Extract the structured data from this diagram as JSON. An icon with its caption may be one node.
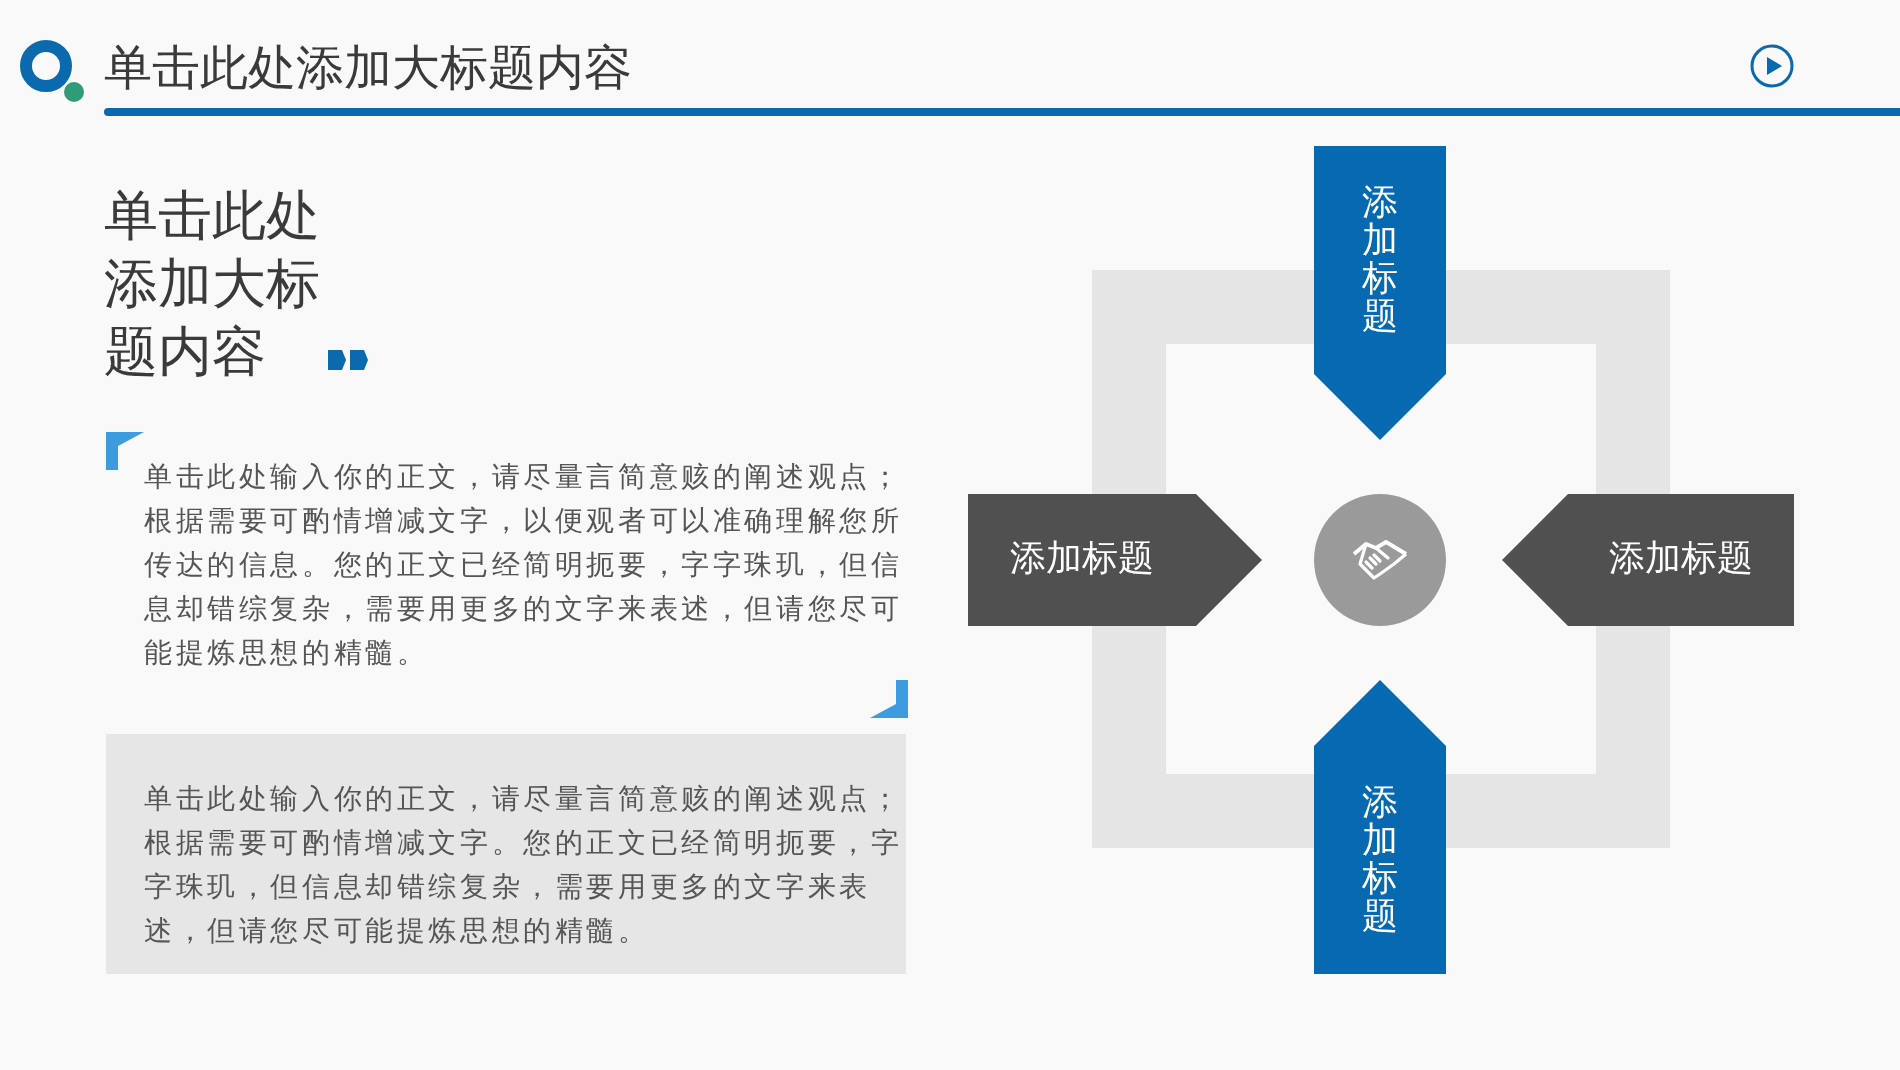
{
  "diagram": {
    "title": "单击此处添加大标题内容",
    "nodes": [
      {
        "text": [
          "单击此处输入你的正文，请尽量言简意赅的阐述观点；根据需要可酌情增减文字。您的正文已经简明扼要，字字珠玑，但信息却错综复杂，需要用更多的文字来表述，但请您尽可能提炼思想的精髓。"
        ]
      },
      {
        "text": [
          "添加标题"
        ]
      },
      {
        "text": [
          "添加标题"
        ]
      },
      {
        "text": [],
        "shape": "circle"
      },
      {
        "text": [
          "添加标题"
        ]
      },
      {
        "text": [
          "添加标题"
        ]
      }
    ],
    "labels": [
      "单击此处添加大标题内容",
      "单击此处输入你的正文，请尽量言简意赅的阐述观点；根据需要可酌情增减文字，以便观者可以准确理解您所传达的信息。您的正文已经简明扼要，字字珠玑，但信息却错综复杂，需要用更多的文字来表述，但请您尽可能提炼思想的精髓。"
    ]
  }
}
